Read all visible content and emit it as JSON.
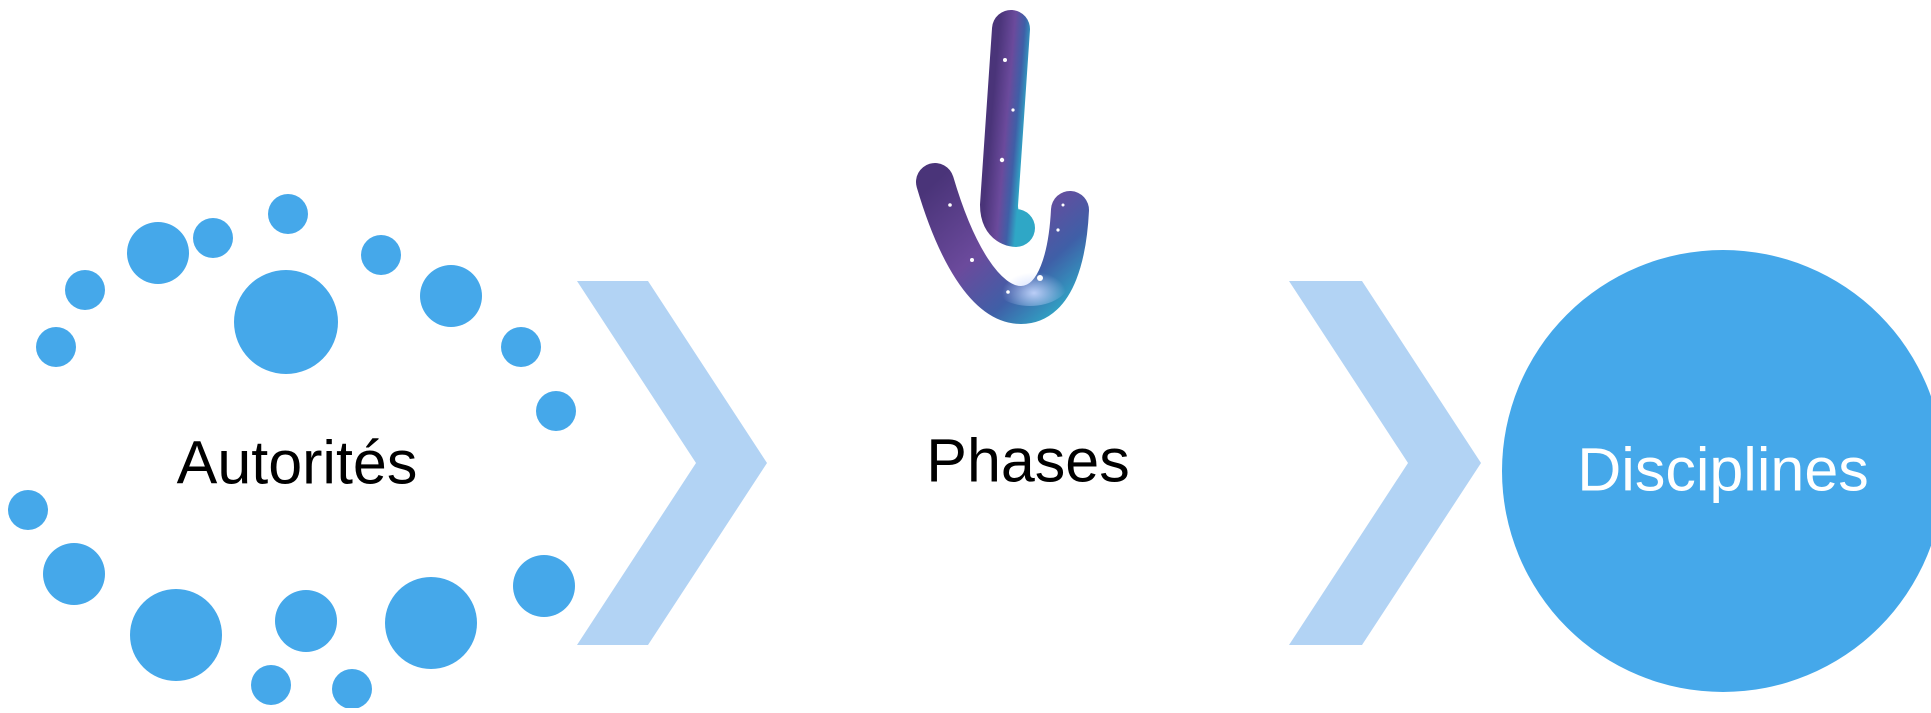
{
  "diagram": {
    "type": "process-flow",
    "steps": [
      {
        "label": "Autorités",
        "icon": "dotted-circle-icon"
      },
      {
        "label": "Phases",
        "icon": "galaxy-curved-arrow-icon"
      },
      {
        "label": "Disciplines",
        "icon": "solid-circle"
      }
    ],
    "connectors": [
      "chevron-arrow",
      "chevron-arrow"
    ]
  },
  "colors": {
    "primary_blue": "#45a8ea",
    "chevron_blue": "#b2d3f4",
    "text_dark": "#000000",
    "text_light": "#ffffff",
    "galaxy_purple": "#5b3b86",
    "galaxy_teal": "#3a9ec4"
  }
}
